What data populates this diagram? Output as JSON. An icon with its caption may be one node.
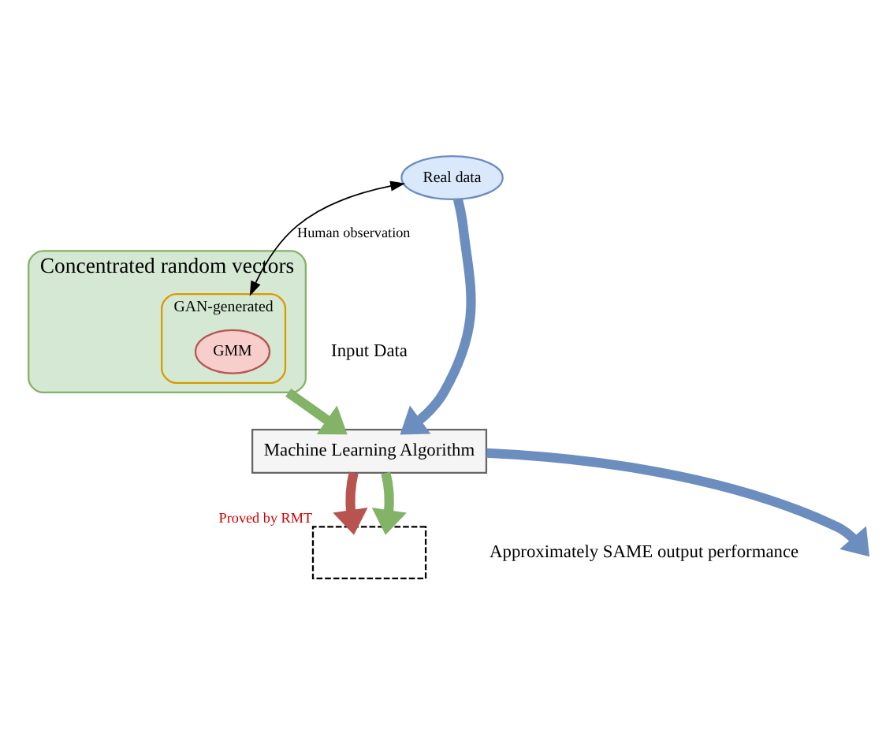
{
  "diagram": {
    "nodes": [
      {
        "text": [
          "Concentrated random vectors"
        ]
      },
      {
        "text": [
          "GAN-generated"
        ],
        "in": 0
      },
      {
        "text": [
          "GMM"
        ],
        "in": 1
      },
      {
        "text": [
          "Real data"
        ]
      },
      {
        "text": [
          "Machine Learning Algorithm"
        ]
      },
      {
        "text": [],
        "shape": "box",
        "beside": [
          "Proved by RMT"
        ]
      }
    ],
    "edges": [
      {
        "from": 3,
        "to": 1,
        "arrow": "both",
        "label": "Human observation",
        "color": "#000000"
      },
      {
        "from": 3,
        "to": 4,
        "arrow": "to",
        "color": "#6c8ebf"
      },
      {
        "from": 0,
        "to": 4,
        "arrow": "to",
        "color": "#82b366"
      },
      {
        "from": 4,
        "to": null,
        "arrow": "to",
        "color": "#6c8ebf"
      },
      {
        "from": 4,
        "to": 5,
        "arrow": "to",
        "color": "#b85450"
      },
      {
        "from": 4,
        "to": 5,
        "arrow": "to",
        "color": "#82b366"
      }
    ],
    "labels": [
      "Input Data",
      "Approximately SAME output performance"
    ]
  }
}
